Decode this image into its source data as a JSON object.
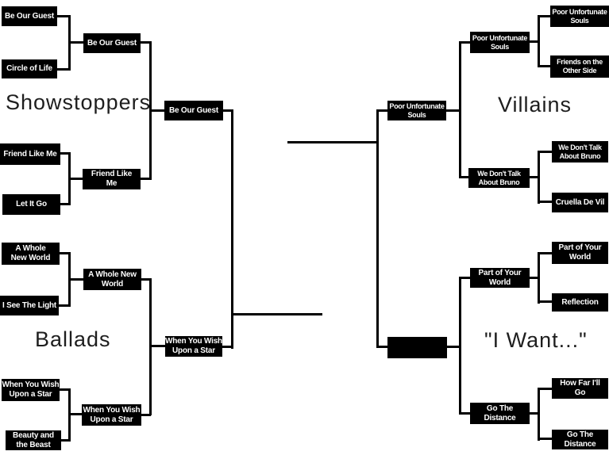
{
  "page": {
    "background": "#ffffff",
    "description_colors": {
      "box_background": "#000000",
      "box_text": "#ffffff",
      "connector_line": "#000000",
      "section_title_text": "#1e1e1e"
    }
  },
  "quadrants": {
    "showstoppers": {
      "title": "Showstoppers",
      "round1": [
        "Be Our Guest",
        "Circle of Life",
        "Friend Like Me",
        "Let It Go"
      ],
      "round2": [
        "Be Our Guest",
        "Friend Like\nMe"
      ],
      "winner": "Be Our Guest"
    },
    "ballads": {
      "title": "Ballads",
      "round1": [
        "A Whole\nNew World",
        "I See The Light",
        "When You Wish\nUpon a Star",
        "Beauty and\nthe Beast"
      ],
      "round2": [
        "A Whole New\nWorld",
        "When You Wish\nUpon a Star"
      ],
      "winner": "When You Wish\nUpon a Star"
    },
    "villains": {
      "title": "Villains",
      "round1": [
        "Poor Unfortunate\nSouls",
        "Friends on the\nOther Side",
        "We Don't Talk\nAbout Bruno",
        "Cruella De Vil"
      ],
      "round2": [
        "Poor Unfortunate\nSouls",
        "We Don't Talk\nAbout Bruno"
      ],
      "winner": "Poor Unfortunate\nSouls"
    },
    "i_want": {
      "title": "\"I Want...\"",
      "round1": [
        "Part of Your\nWorld",
        "Reflection",
        "How Far I'll\nGo",
        "Go The\nDistance"
      ],
      "round2": [
        "Part of Your\nWorld",
        "Go The\nDistance"
      ],
      "winner": ""
    }
  }
}
